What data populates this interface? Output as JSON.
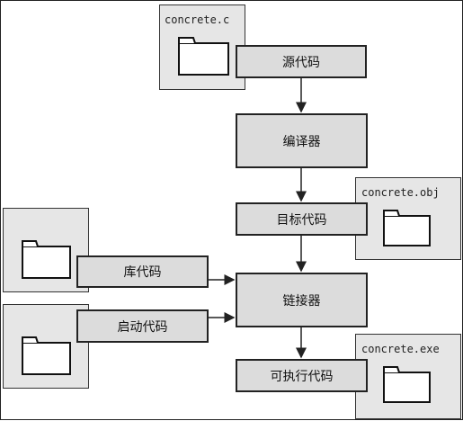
{
  "files": {
    "source": "concrete.c",
    "object": "concrete.obj",
    "executable": "concrete.exe"
  },
  "steps": {
    "source_code": "源代码",
    "compiler": "编译器",
    "object_code": "目标代码",
    "library_code": "库代码",
    "startup_code": "启动代码",
    "linker": "链接器",
    "executable_code": "可执行代码"
  },
  "colors": {
    "file_box": "#e6e6e6",
    "process_box": "#dcdcdc",
    "stroke": "#222222"
  },
  "icons": {
    "file": "folder-icon"
  }
}
